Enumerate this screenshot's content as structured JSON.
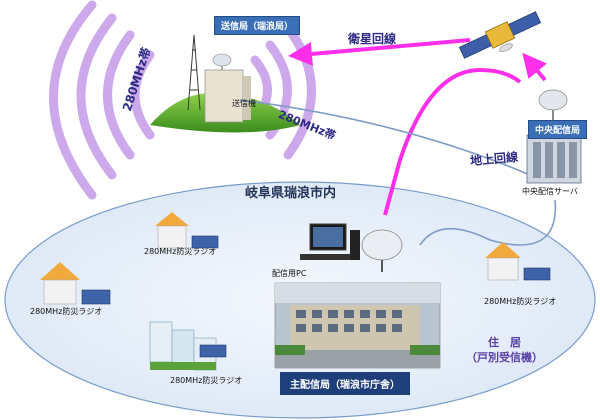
{
  "labels": {
    "transmitter_station": "送信局（瑞浪局）",
    "transmitter": "送信機",
    "band_left": "280MHz帯",
    "band_right": "280MHz帯",
    "satellite_link": "衛星回線",
    "ground_link": "地上回線",
    "central_station": "中央配信局",
    "central_server": "中央配信サーバ",
    "region": "岐阜県瑞浪市内",
    "radio_1": "280MHz防災ラジオ",
    "radio_2": "280MHz防災ラジオ",
    "radio_3": "280MHz防災ラジオ",
    "radio_4": "280MHz防災ラジオ",
    "pc": "配信用PC",
    "main_station": "主配信局（瑞浪市庁舎）",
    "residence": "住　居",
    "residence_sub": "（戸別受信機）"
  },
  "colors": {
    "magenta": "#ff2ee8",
    "purple_wave": "#c59be8",
    "oval_fill": "#e6effa",
    "oval_stroke": "#7a9cc9",
    "navy": "#1f3f7a",
    "blue_box": "#3a6fb8"
  }
}
